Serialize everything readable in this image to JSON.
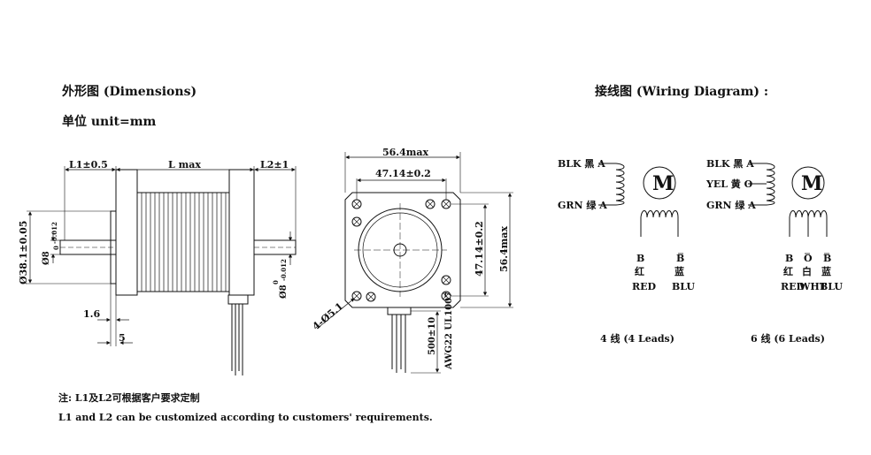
{
  "dimensions": {
    "title": "外形图 (Dimensions)",
    "unit": "单位 unit=mm",
    "side_view": {
      "l1": "L1±0.5",
      "l_max": "L max",
      "l2": "L2±1",
      "pilot_dia": "Ø38.1±0.05",
      "shaft_front_dia": "Ø8",
      "shaft_front_tol_top": "0",
      "shaft_front_tol_bottom": "-0.012",
      "shaft_rear_dia": "Ø8",
      "shaft_rear_tol_top": "0",
      "shaft_rear_tol_bottom": "-0.012",
      "flange_thickness": "1.6",
      "flat_length": "5"
    },
    "front_view": {
      "width_max": "56.4max",
      "hole_spacing_h": "47.14±0.2",
      "hole_spacing_v": "47.14±0.2",
      "height_max": "56.4max",
      "holes": "4-Ø5.1",
      "lead_length": "500±10",
      "wire_spec": "AWG22 UL1007"
    }
  },
  "wiring": {
    "title": "接线图 (Wiring Diagram) :",
    "motor_symbol": "M",
    "four_lead": {
      "blk": "BLK 黑 A",
      "grn": "GRN 绿 A",
      "b": "B",
      "b_bar": "B",
      "red_cn": "红",
      "blu_cn": "蓝",
      "red": "RED",
      "blu": "BLU",
      "caption": "4 线 (4 Leads)"
    },
    "six_lead": {
      "blk": "BLK 黑 A",
      "yel": "YEL 黄 O",
      "grn": "GRN 绿 A",
      "b": "B",
      "o": "O",
      "b_bar": "B",
      "red_cn": "红",
      "wht_cn": "白",
      "blu_cn": "蓝",
      "red": "RED",
      "wht": "WHT",
      "blu": "BLU",
      "caption": "6 线 (6 Leads)"
    }
  },
  "notes": {
    "cn": "注: L1及L2可根据客户要求定制",
    "en": "L1 and L2 can be customized according to customers' requirements."
  }
}
